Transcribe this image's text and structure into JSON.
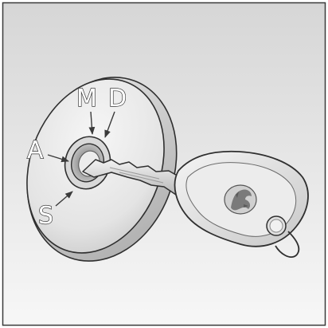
{
  "figure": {
    "description_free": true,
    "positions": [
      {
        "key": "M",
        "label": "M"
      },
      {
        "key": "D",
        "label": "D"
      },
      {
        "key": "A",
        "label": "A"
      },
      {
        "key": "S",
        "label": "S"
      }
    ],
    "colors": {
      "background_top": "#d7d7d7",
      "background_bottom": "#f6f6f6",
      "frame": "#3a3a3a",
      "outline": "#2f2f2f",
      "metal_light": "#f1f1f1",
      "metal_mid": "#c4c4c4",
      "metal_dark": "#8a8a8a"
    },
    "icons": [
      "ignition-switch",
      "key",
      "lion-emblem",
      "remote-button"
    ]
  }
}
